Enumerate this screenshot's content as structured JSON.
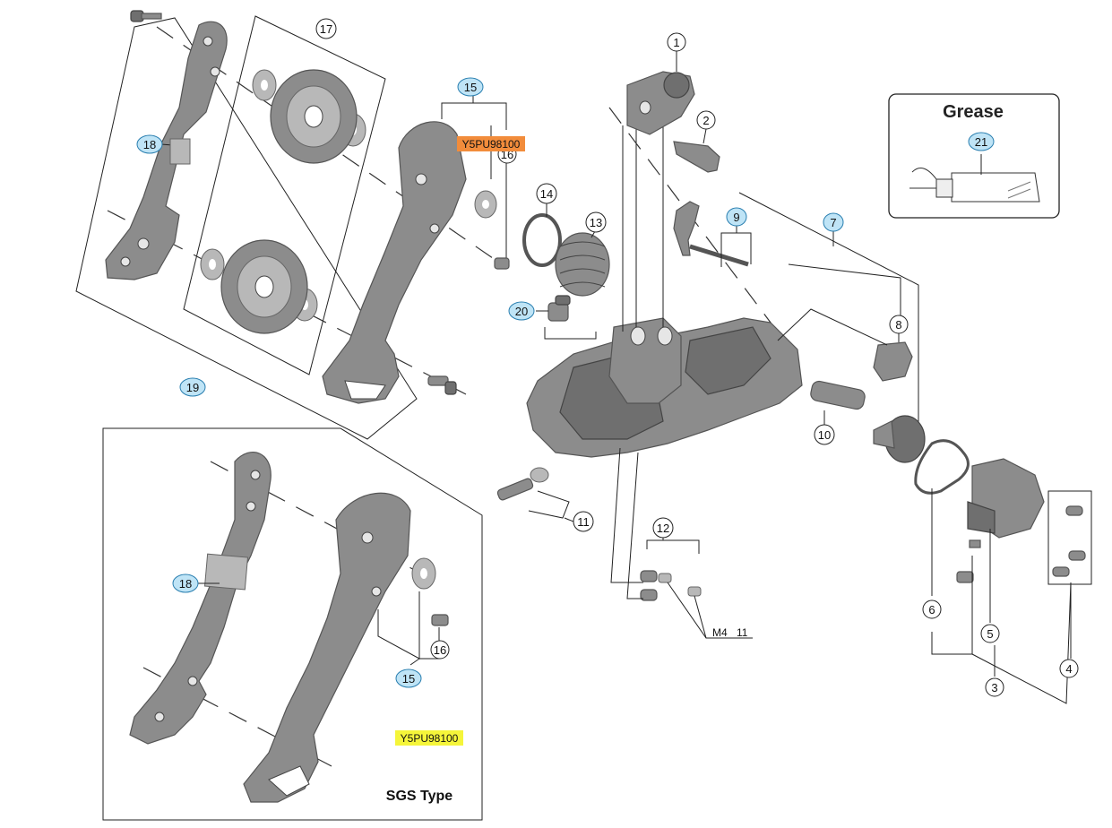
{
  "callouts": {
    "c1": "1",
    "c2": "2",
    "c3": "3",
    "c4": "4",
    "c5": "5",
    "c6": "6",
    "c7": "7",
    "c8": "8",
    "c9": "9",
    "c10": "10",
    "c11": "11",
    "c12": "12",
    "c13": "13",
    "c14": "14",
    "c15": "15",
    "c15b": "15",
    "c16": "16",
    "c16b": "16",
    "c17": "17",
    "c18": "18",
    "c18b": "18",
    "c19": "19",
    "c20": "20",
    "c21": "21"
  },
  "grease": {
    "title": "Grease"
  },
  "sgs": {
    "title": "SGS Type"
  },
  "codes": {
    "top": "Y5PU98100",
    "bottom": "Y5PU98100"
  },
  "bolt_spec": {
    "size": "M4",
    "length": "11"
  },
  "colors": {
    "callout_blue_fill": "#bfe4f6",
    "callout_blue_stroke": "#2a7fb0",
    "code_orange": "#f28c3b",
    "code_yellow": "#f5f53a",
    "part_gray": "#8c8c8c"
  }
}
